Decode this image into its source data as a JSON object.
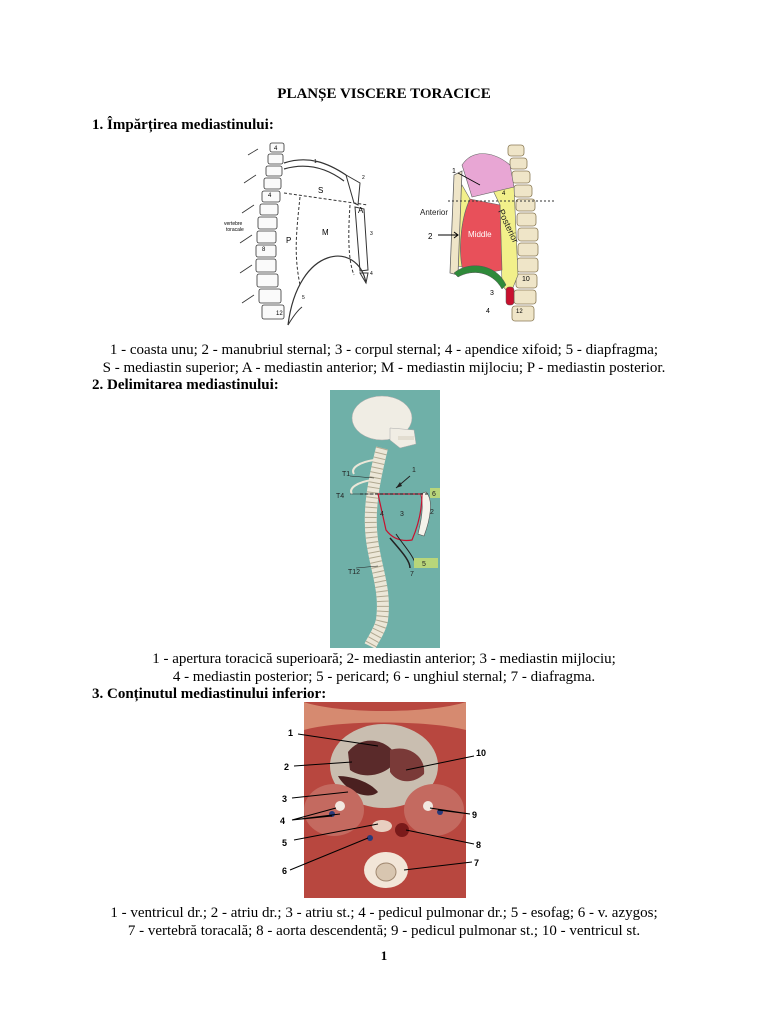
{
  "title": "PLANȘE VISCERE TORACICE",
  "section1": {
    "heading": "1. Împărțirea mediastinului:",
    "fig_left_labels": {
      "vert": [
        "4",
        "8",
        "12"
      ],
      "nums": [
        "1",
        "2",
        "3",
        "4",
        "5"
      ],
      "regions": [
        "S",
        "A",
        "M",
        "P"
      ],
      "spine_label_1": "vertebre",
      "spine_label_2": "toracale"
    },
    "fig_right_labels": {
      "nums": [
        "1",
        "4",
        "2",
        "3",
        "4"
      ],
      "vert": [
        "10",
        "12"
      ],
      "anterior": "Anterior",
      "posterior": "Posterior",
      "middle": "Middle"
    },
    "caption_line1": "1 - coasta unu; 2 - manubriul sternal; 3 - corpul sternal; 4 - apendice xifoid; 5 - diapfragma;",
    "caption_line2": "S - mediastin superior; A - mediastin anterior; M - mediastin mijlociu; P - mediastin posterior."
  },
  "section2": {
    "heading": "2. Delimitarea mediastinului:",
    "labels": {
      "t1": "T1",
      "t4": "T4",
      "t12": "T12",
      "n1": "1",
      "n2": "2",
      "n3": "3",
      "n4": "4",
      "n5": "5",
      "n6": "6",
      "n7": "7"
    },
    "caption_line1": "1 - apertura toracică superioară; 2- mediastin anterior; 3 - mediastin mijlociu;",
    "caption_line2": "4 - mediastin posterior; 5 - pericard; 6 - unghiul sternal; 7 - diafragma."
  },
  "section3": {
    "heading": "3. Conținutul mediastinului inferior:",
    "labels": {
      "n1": "1",
      "n2": "2",
      "n3": "3",
      "n4": "4",
      "n5": "5",
      "n6": "6",
      "n7": "7",
      "n8": "8",
      "n9": "9",
      "n10": "10"
    },
    "caption_line1": "1 - ventricul dr.; 2 - atriu dr.; 3 - atriu st.; 4 - pedicul pulmonar dr.; 5 - esofag; 6 - v. azygos;",
    "caption_line2": "7 - vertebră toracală; 8 - aorta descendentă; 9 - pedicul pulmonar st.; 10 - ventricul st."
  },
  "page_number": "1",
  "colors": {
    "pink": "#e8a6d4",
    "red": "#e8505a",
    "yellow": "#f2f08a",
    "bone": "#efe5c8",
    "teal_bg": "#6fb0a8",
    "tissue": "#b8473f"
  }
}
